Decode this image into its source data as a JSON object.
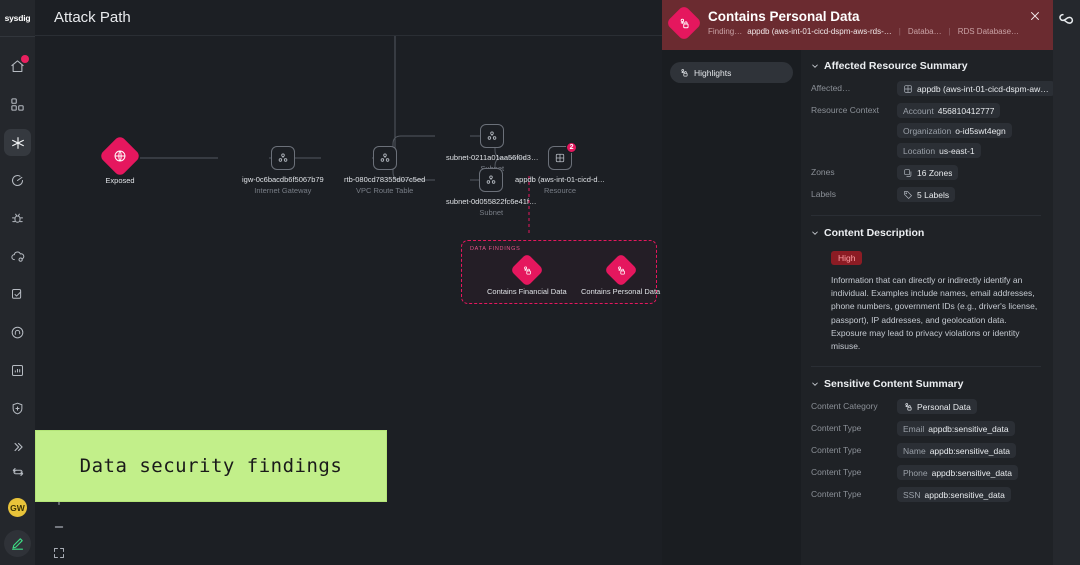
{
  "rail": {
    "logo": "sysdig",
    "items": [
      {
        "name": "home",
        "icon": "home-icon",
        "badge": true,
        "active": false
      },
      {
        "name": "inventory",
        "icon": "sitemap-icon",
        "badge": false,
        "active": false
      },
      {
        "name": "attack-path",
        "icon": "asterisk-icon",
        "badge": false,
        "active": true
      },
      {
        "name": "risks",
        "icon": "target-icon",
        "badge": false,
        "active": false
      },
      {
        "name": "threats",
        "icon": "bug-icon",
        "badge": false,
        "active": false
      },
      {
        "name": "cloud",
        "icon": "cloud-gear-icon",
        "badge": false,
        "active": false
      },
      {
        "name": "policies",
        "icon": "document-check-icon",
        "badge": false,
        "active": false
      },
      {
        "name": "compliance",
        "icon": "fingerprint-icon",
        "badge": false,
        "active": false
      },
      {
        "name": "reports",
        "icon": "bar-chart-icon",
        "badge": false,
        "active": false
      },
      {
        "name": "posture",
        "icon": "shield-plus-icon",
        "badge": false,
        "active": false
      },
      {
        "name": "expand",
        "icon": "chevrons-right-icon",
        "badge": false,
        "active": false
      }
    ],
    "bottom": {
      "sync_icon": "sync-icon",
      "avatar_initials": "GW",
      "edit_icon": "pencil-icon"
    }
  },
  "topbar": {
    "title": "Attack Path"
  },
  "canvas": {
    "zoom_in": "+",
    "zoom_out": "–",
    "fit_screen_icon": "fit-screen-icon",
    "nodes": [
      {
        "id": "exposed",
        "type": "diamond",
        "icon": "globe-icon",
        "label": "Exposed",
        "sub": ""
      },
      {
        "id": "igw",
        "type": "box",
        "icon": "nodes-icon",
        "label": "igw-0c6bacdb6f5067b79",
        "sub": "Internet Gateway"
      },
      {
        "id": "rtb",
        "type": "box",
        "icon": "nodes-icon",
        "label": "rtb-080cd78355d07c5ed",
        "sub": "VPC Route Table"
      },
      {
        "id": "subnet-a",
        "type": "box",
        "icon": "nodes-icon",
        "label": "subnet-0211a01aa56f0d3…",
        "sub": "Subnet"
      },
      {
        "id": "subnet-b",
        "type": "box",
        "icon": "nodes-icon",
        "label": "subnet-0d055822fc6e41f…",
        "sub": "Subnet"
      },
      {
        "id": "appdb",
        "type": "box",
        "icon": "database-icon",
        "label": "appdb (aws-int-01-cicd-d…",
        "sub": "Resource",
        "badge": "2"
      }
    ],
    "group": {
      "title": "DATA FINDINGS",
      "findings": [
        {
          "id": "financial",
          "icon": "data-finding-icon",
          "label": "Contains Financial Data"
        },
        {
          "id": "personal",
          "icon": "data-finding-icon",
          "label": "Contains Personal Data"
        }
      ]
    },
    "caption": "Data security findings"
  },
  "drawer": {
    "header": {
      "icon": "data-finding-icon",
      "title": "Contains Personal Data",
      "meta_key": "Finding…",
      "meta_value": "appdb (aws-int-01-cicd-dspm-aws-rds-…",
      "meta_extra_1": "Databa…",
      "meta_extra_2": "RDS Database…",
      "close_icon": "close-icon"
    },
    "highlights": {
      "icon": "data-finding-icon",
      "label": "Highlights"
    },
    "sections": [
      {
        "id": "affected-resource-summary",
        "title": "Affected Resource Summary",
        "expanded": true,
        "rows": [
          {
            "key": "Affected…",
            "chips": [
              {
                "icon": "resource-icon",
                "value": "appdb (aws-int-01-cicd-dspm-aw…"
              }
            ]
          },
          {
            "key": "Resource Context",
            "chips": [
              {
                "label": "Account",
                "value": "456810412777"
              },
              {
                "label": "Organization",
                "value": "o-id5swt4egn"
              },
              {
                "label": "Location",
                "value": "us-east-1"
              }
            ]
          },
          {
            "key": "Zones",
            "chips": [
              {
                "icon": "zones-icon",
                "value": "16 Zones"
              }
            ]
          },
          {
            "key": "Labels",
            "chips": [
              {
                "icon": "label-icon",
                "value": "5 Labels"
              }
            ]
          }
        ]
      },
      {
        "id": "content-description",
        "title": "Content Description",
        "expanded": true,
        "severity": "High",
        "description": "Information that can directly or indirectly identify an individual. Examples include names, email addresses, phone numbers, government IDs (e.g., driver's license, passport), IP addresses, and geolocation data. Exposure may lead to privacy violations or identity misuse."
      },
      {
        "id": "sensitive-content-summary",
        "title": "Sensitive Content Summary",
        "expanded": true,
        "rows": [
          {
            "key": "Content Category",
            "chips": [
              {
                "icon": "data-finding-icon",
                "value": "Personal Data"
              }
            ]
          },
          {
            "key": "Content Type",
            "chips": [
              {
                "label": "Email",
                "value": "appdb:sensitive_data"
              }
            ]
          },
          {
            "key": "Content Type",
            "chips": [
              {
                "label": "Name",
                "value": "appdb:sensitive_data"
              }
            ]
          },
          {
            "key": "Content Type",
            "chips": [
              {
                "label": "Phone",
                "value": "appdb:sensitive_data"
              }
            ]
          },
          {
            "key": "Content Type",
            "chips": [
              {
                "label": "SSN",
                "value": "appdb:sensitive_data"
              }
            ]
          }
        ]
      }
    ]
  },
  "faredge": {
    "icon": "infinity-icon"
  },
  "colors": {
    "accent_pink": "#e5175e",
    "header_maroon": "#6b2b30",
    "severity_bg": "#8c1c24",
    "severity_text": "#ff9ea4",
    "caption_green": "#c2ef8a",
    "avatar_yellow": "#e8c33a"
  }
}
